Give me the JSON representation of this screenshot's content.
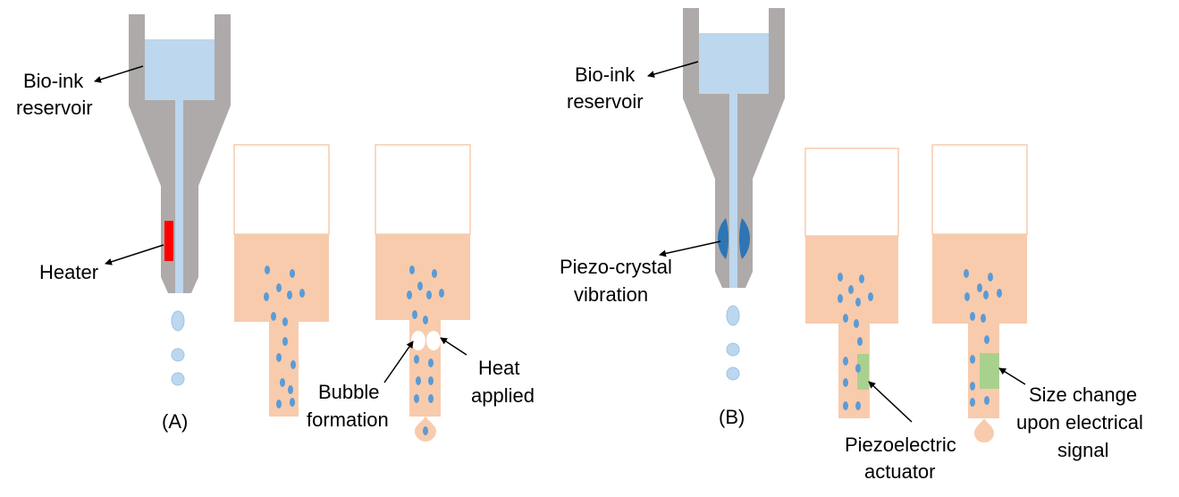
{
  "colors": {
    "nozzle": "#aeaaaa",
    "reservoir": "#bdd7ee",
    "channel": "#bdd7ee",
    "ink": "#f8cbad",
    "chamber_outline": "#f8cbad",
    "cell": "#5b9bd5",
    "heater": "#ff0000",
    "piezo_crystal": "#2e75b6",
    "actuator": "#a9d18e",
    "droplet": "#bdd7ee",
    "droplet_outline": "#9dc3e6"
  },
  "panel_a": {
    "label": "(A)",
    "reservoir_label_1": "Bio-ink",
    "reservoir_label_2": "reservoir",
    "heater_label": "Heater",
    "bubble_label_1": "Bubble",
    "bubble_label_2": "formation",
    "heat_label_1": "Heat",
    "heat_label_2": "applied"
  },
  "panel_b": {
    "label": "(B)",
    "reservoir_label_1": "Bio-ink",
    "reservoir_label_2": "reservoir",
    "crystal_label_1": "Piezo-crystal",
    "crystal_label_2": "vibration",
    "actuator_label_1": "Piezoelectric",
    "actuator_label_2": "actuator",
    "size_label_1": "Size change",
    "size_label_2": "upon electrical",
    "size_label_3": "signal"
  }
}
